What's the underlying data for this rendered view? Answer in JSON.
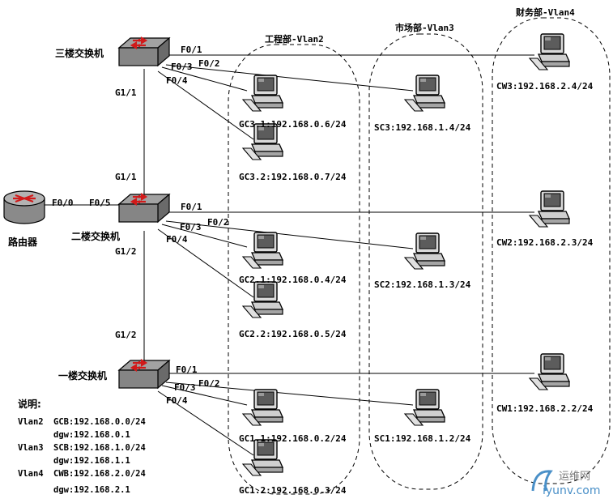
{
  "groups": {
    "engineering": "工程部-Vlan2",
    "marketing": "市场部-Vlan3",
    "finance": "财务部-Vlan4"
  },
  "router": {
    "label": "路由器",
    "port": "F0/0"
  },
  "switches": {
    "s3": {
      "label": "三楼交换机",
      "f01": "F0/1",
      "f02": "F0/2",
      "f03": "F0/3",
      "f04": "F0/4",
      "g11": "G1/1"
    },
    "s2": {
      "label": "二楼交换机",
      "f05": "F0/5",
      "f01": "F0/1",
      "f02": "F0/2",
      "f03": "F0/3",
      "f04": "F0/4",
      "g11": "G1/1",
      "g12": "G1/2"
    },
    "s1": {
      "label": "一楼交换机",
      "f01": "F0/1",
      "f02": "F0/2",
      "f03": "F0/3",
      "f04": "F0/4",
      "g12": "G1/2"
    }
  },
  "hosts": {
    "gc31": "GC3.1:192.168.0.6/24",
    "gc32": "GC3.2:192.168.0.7/24",
    "gc21": "GC2.1:192.168.0.4/24",
    "gc22": "GC2.2:192.168.0.5/24",
    "gc11": "GC1.1:192.168.0.2/24",
    "gc12": "GC1.2:192.168.0.3/24",
    "sc3": "SC3:192.168.1.4/24",
    "sc2": "SC2:192.168.1.3/24",
    "sc1": "SC1:192.168.1.2/24",
    "cw3": "CW3:192.168.2.4/24",
    "cw2": "CW2:192.168.2.3/24",
    "cw1": "CW1:192.168.2.2/24"
  },
  "legend": {
    "title": "说明:",
    "rows": [
      {
        "vlan": "Vlan2",
        "text": "GCB:192.168.0.0/24"
      },
      {
        "vlan": "",
        "text": "dgw:192.168.0.1"
      },
      {
        "vlan": "Vlan3",
        "text": "SCB:192.168.1.0/24"
      },
      {
        "vlan": "",
        "text": "dgw:192.168.1.1"
      },
      {
        "vlan": "Vlan4",
        "text": "CWB:192.168.2.0/24"
      },
      {
        "vlan": "",
        "text": "dgw:192.168.2.1"
      }
    ]
  },
  "watermark": {
    "brand": "运维网",
    "domain": "iyunv.com"
  },
  "colors": {
    "line": "#000000",
    "swTop": "#9c9c9c",
    "swFront": "#7a7a7a",
    "arrow": "#d11a1a",
    "router": "#8a8a8a",
    "wmBlue": "#4a90c8"
  }
}
